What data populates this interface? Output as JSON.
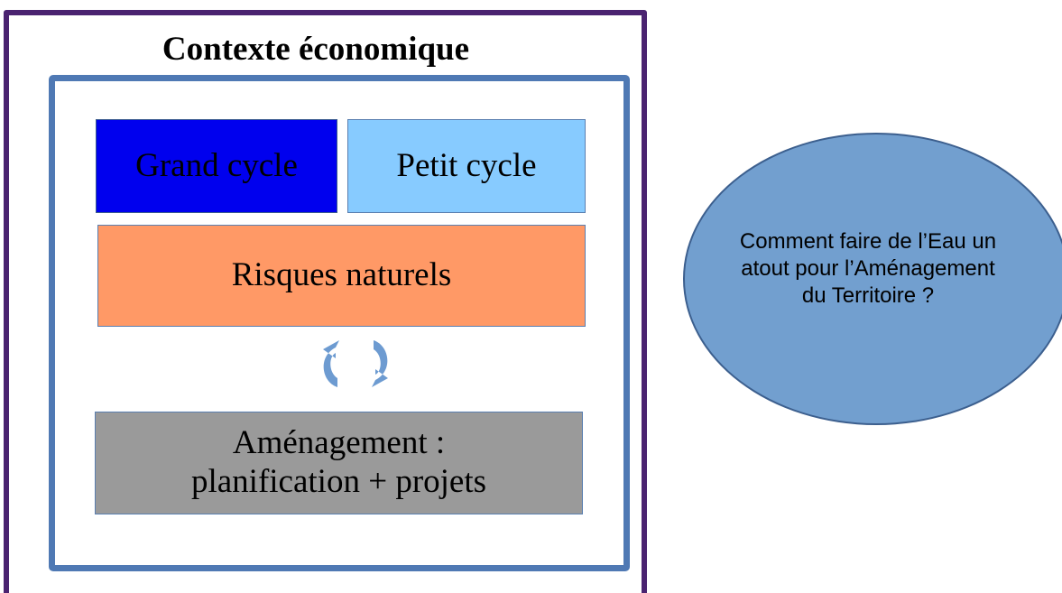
{
  "diagram": {
    "title": "Contexte économique",
    "boxes": {
      "grand_cycle": "Grand cycle",
      "petit_cycle": "Petit cycle",
      "risques_naturels": "Risques naturels",
      "amenagement_line1": "Aménagement :",
      "amenagement_line2": "planification + projets"
    },
    "cycle_icon": "cycle-arrows-icon",
    "question": {
      "line1": "Comment faire de l’Eau un",
      "line2": "atout pour l’Aménagement",
      "line3": "du Territoire ?"
    }
  },
  "colors": {
    "outer_frame": "#4a2370",
    "inner_frame": "#4f79b4",
    "grand_cycle": "#0000ee",
    "petit_cycle": "#87cbff",
    "risques_naturels": "#ff9966",
    "amenagement": "#9a9a9a",
    "ellipse": "#729fcf",
    "arrows": "#6d9bd1"
  }
}
